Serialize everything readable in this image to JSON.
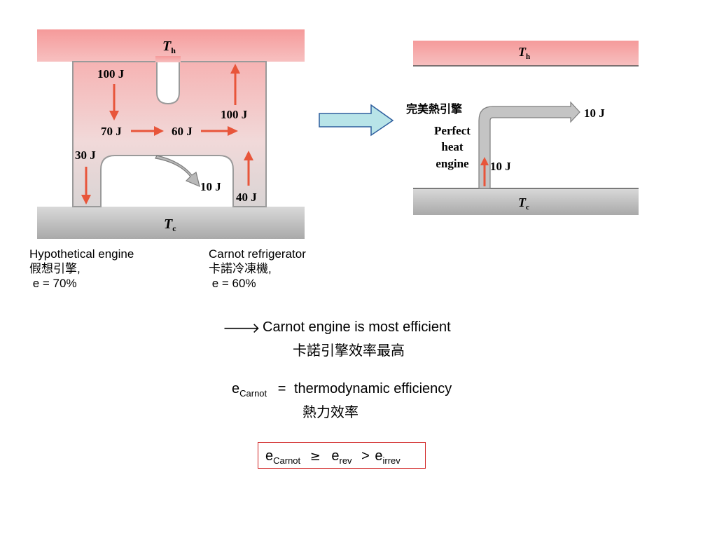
{
  "hypothetical": {
    "reservoir_hot": "T",
    "reservoir_hot_sub": "h",
    "reservoir_cold": "T",
    "reservoir_cold_sub": "c",
    "flows": {
      "q_in": "100 J",
      "work_split": "70 J",
      "to_refrigerator": "60 J",
      "refrigerator_out": "100 J",
      "rejected": "30 J",
      "net_work": "10 J",
      "refrigerator_in": "40 J"
    },
    "caption": {
      "title": "Hypothetical engine",
      "title_cn": "假想引擎,",
      "efficiency": " e = 70%"
    }
  },
  "refrigerator": {
    "caption": {
      "title": "Carnot refrigerator",
      "title_cn": "卡諾冷凍機,",
      "efficiency": " e = 60%"
    }
  },
  "perfect": {
    "reservoir_hot": "T",
    "reservoir_hot_sub": "h",
    "reservoir_cold": "T",
    "reservoir_cold_sub": "c",
    "label_cn": "完美熱引擎",
    "label_line1": "Perfect",
    "label_line2": "heat",
    "label_line3": "engine",
    "q_in": "10 J",
    "work_out": "10 J"
  },
  "conclusion": {
    "arrow": "🡒",
    "text": "Carnot engine is most efficient",
    "text_cn": "卡諾引擎效率最高",
    "definition_lhs": "e",
    "definition_sub": "Carnot",
    "definition_eq": "=",
    "definition_rhs": "thermodynamic efficiency",
    "definition_cn": "熱力效率"
  },
  "inequality": {
    "e1": "e",
    "e1_sub": "Carnot",
    "geq": "≥",
    "e2": "e",
    "e2_sub": "rev",
    "gt": ">",
    "e3": "e",
    "e3_sub": "irrev"
  },
  "colors": {
    "hot": "#f28a8a",
    "cold": "#bdbdbd",
    "flow_arrow": "#e8553a",
    "work_arrow": "#a8a8a8",
    "transition_arrow": "#b8e4e8",
    "box_border": "#d02020"
  }
}
